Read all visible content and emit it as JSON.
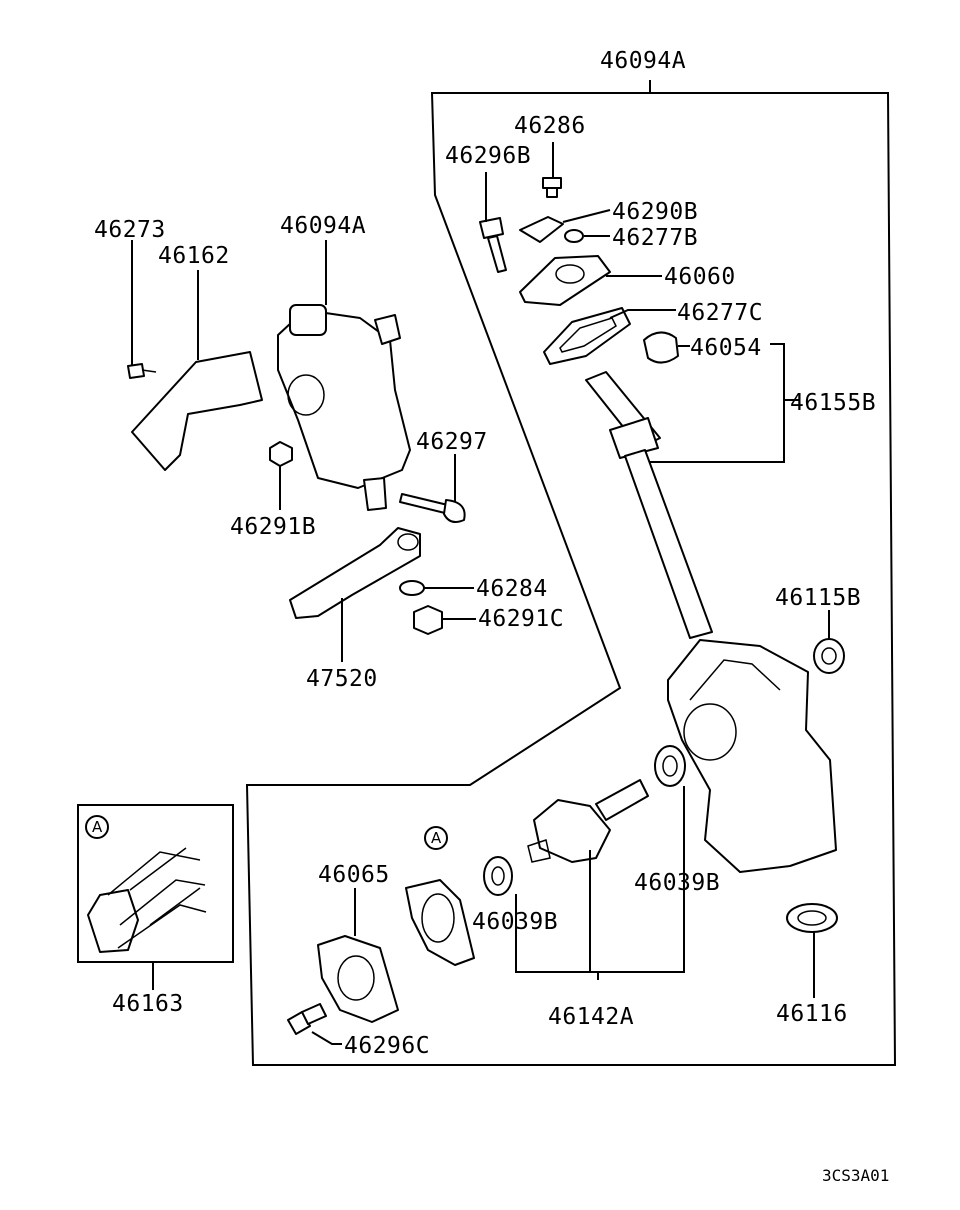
{
  "labels": {
    "l46094A_top": "46094A",
    "l46286": "46286",
    "l46296B": "46296B",
    "l46290B": "46290B",
    "l46277B": "46277B",
    "l46060": "46060",
    "l46277C": "46277C",
    "l46054": "46054",
    "l46155B": "46155B",
    "l46273": "46273",
    "l46162": "46162",
    "l46094A_left": "46094A",
    "l46297": "46297",
    "l46291B": "46291B",
    "l46284": "46284",
    "l46291C": "46291C",
    "l47520": "47520",
    "l46115B": "46115B",
    "l46065": "46065",
    "l46039B_mid": "46039B",
    "l46039B_right": "46039B",
    "l46142A": "46142A",
    "l46116": "46116",
    "l46163": "46163",
    "l46296C": "46296C",
    "markA_left": "A",
    "markA_mid": "A",
    "code": "3CS3A01"
  }
}
